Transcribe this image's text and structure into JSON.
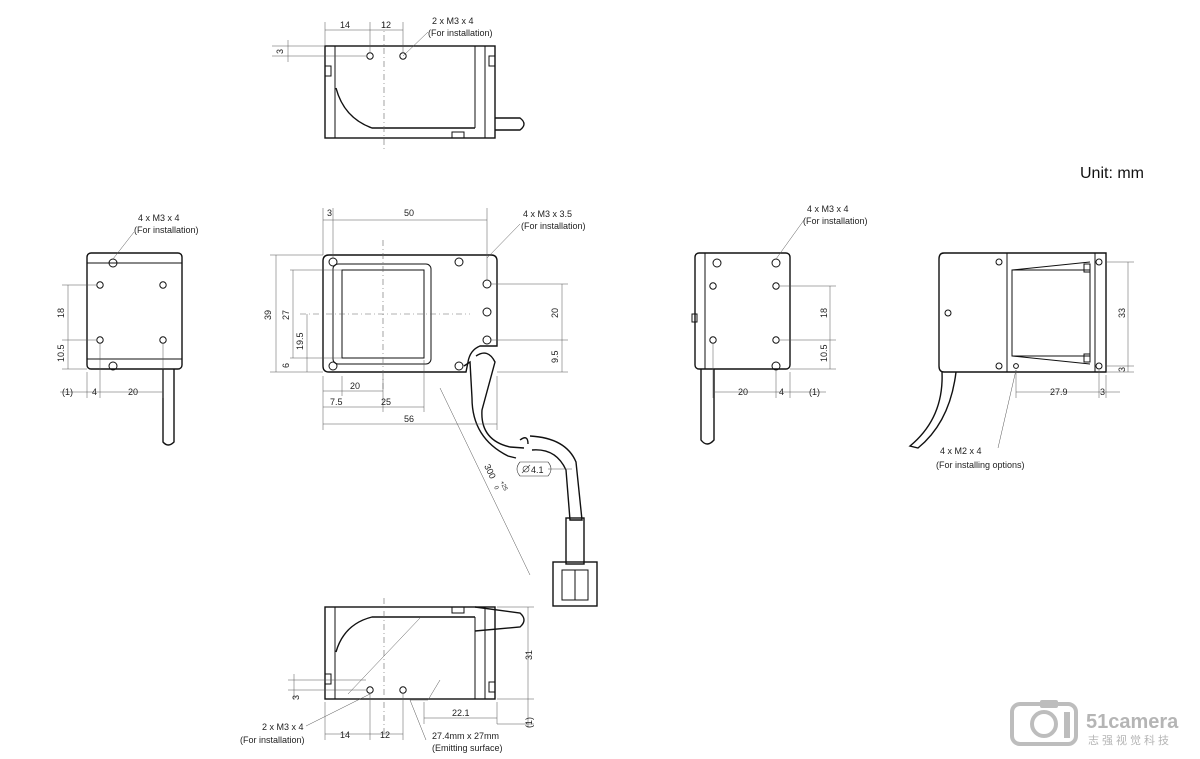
{
  "unit_label": "Unit: mm",
  "watermark": {
    "brand": "51camera",
    "subtitle": "志强视觉科技"
  },
  "top_view": {
    "dims": [
      "14",
      "12",
      "3"
    ],
    "callout_spec": "2 x M3 x 4",
    "callout_note": "(For installation)"
  },
  "left_side_view": {
    "dims": [
      "18",
      "10.5",
      "(1)",
      "4",
      "20"
    ],
    "callout_spec": "4 x M3 x 4",
    "callout_note": "(For installation)"
  },
  "front_view": {
    "dims": [
      "3",
      "50",
      "39",
      "27",
      "19.5",
      "6",
      "20",
      "9.5",
      "20",
      "7.5",
      "25",
      "56"
    ],
    "callout_spec": "4 x M3 x 3.5",
    "callout_note": "(For installation)",
    "cable_length": "300",
    "cable_tol_plus": "+25",
    "cable_tol_minus": "0",
    "cable_diameter": "4.1"
  },
  "right_side_view": {
    "dims": [
      "18",
      "10.5",
      "20",
      "4",
      "(1)"
    ],
    "callout_spec": "4 x M3 x 4",
    "callout_note": "(For installation)"
  },
  "rear_view": {
    "dims": [
      "33",
      "3",
      "27.9",
      "3"
    ],
    "callout_spec": "4 x M2 x 4",
    "callout_note": "(For installing options)"
  },
  "bottom_view": {
    "dims": [
      "31",
      "3",
      "14",
      "12",
      "22.1",
      "(1)"
    ],
    "callout_spec": "2 x M3 x 4",
    "callout_note": "(For installation)",
    "surface_spec": "27.4mm x 27mm",
    "surface_note": "(Emitting surface)"
  }
}
